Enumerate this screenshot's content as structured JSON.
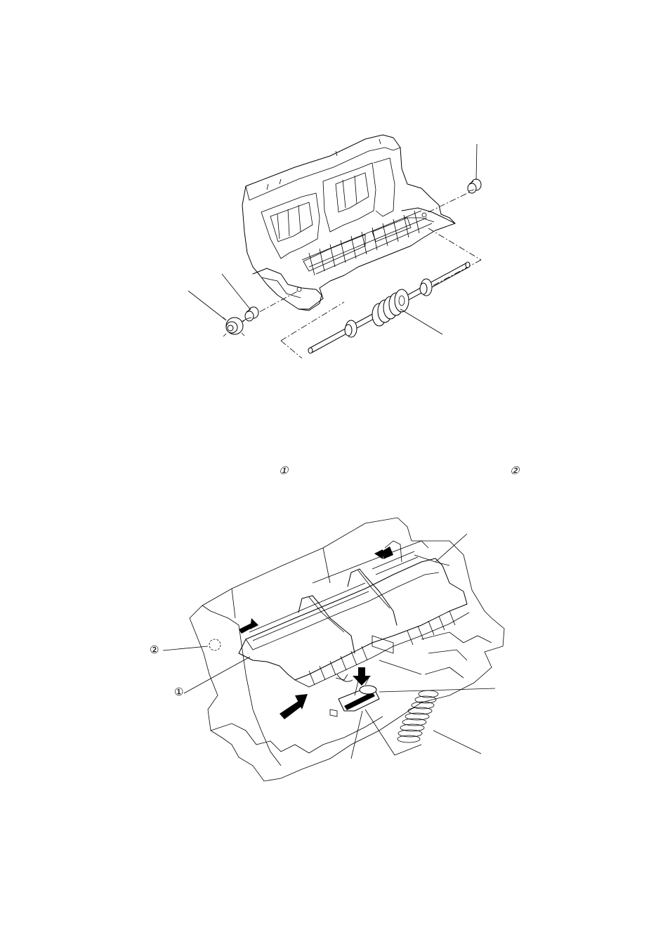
{
  "step_markers": {
    "marker_1": "①",
    "marker_2": "②"
  },
  "figure_markers": {
    "marker_2": "②",
    "marker_1": "①"
  }
}
